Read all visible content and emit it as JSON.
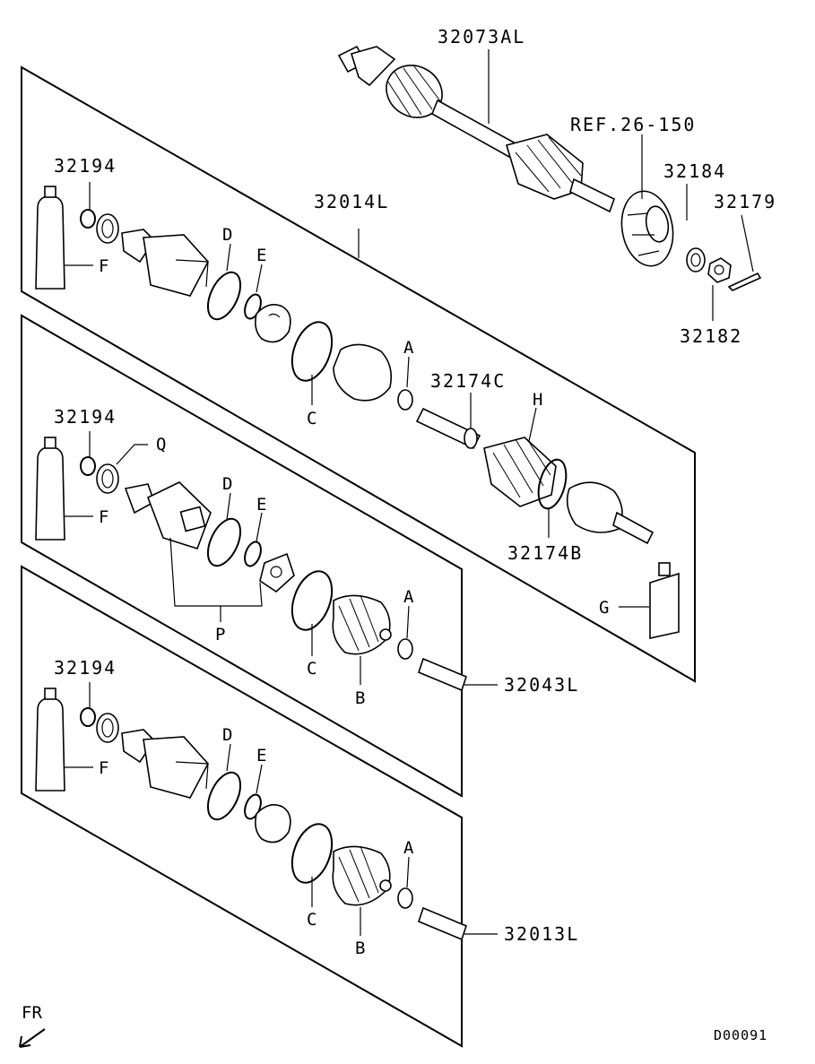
{
  "labels": {
    "axle_assembly": "32073AL",
    "ref": "REF.26-150",
    "part_32184": "32184",
    "part_32179": "32179",
    "part_32182": "32182",
    "set_a": "32014L",
    "set_b": "32043L",
    "set_c": "32013L",
    "part_32174c": "32174C",
    "part_32174b": "32174B",
    "grease_ring": "32194",
    "letter_a": "A",
    "letter_b": "B",
    "letter_c": "C",
    "letter_d": "D",
    "letter_e": "E",
    "letter_f": "F",
    "letter_g": "G",
    "letter_h": "H",
    "letter_p": "P",
    "letter_q": "Q",
    "front_indicator": "FR",
    "diagram_code": "D00091"
  }
}
